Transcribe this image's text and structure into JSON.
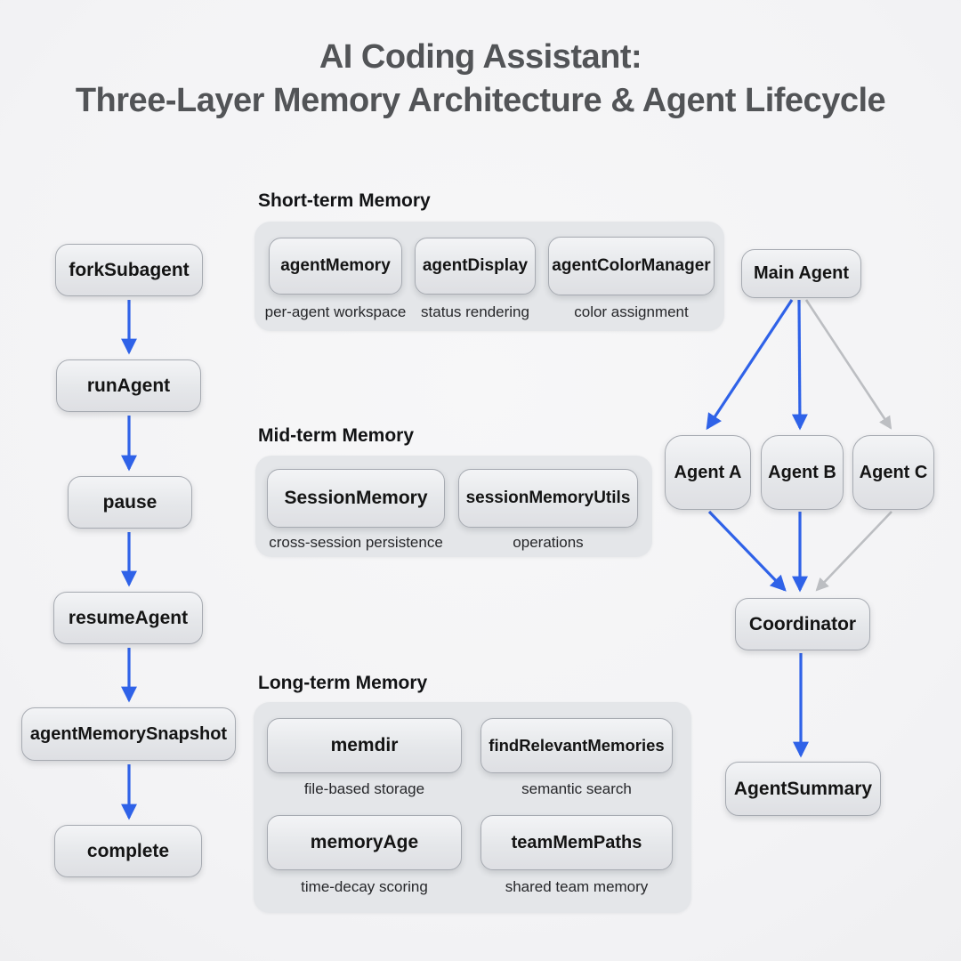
{
  "title": {
    "line1": "AI Coding Assistant:",
    "line2": "Three-Layer Memory Architecture & Agent Lifecycle"
  },
  "lifecycle": {
    "nodes": [
      {
        "label": "forkSubagent"
      },
      {
        "label": "runAgent"
      },
      {
        "label": "pause"
      },
      {
        "label": "resumeAgent"
      },
      {
        "label": "agentMemorySnapshot"
      },
      {
        "label": "complete"
      }
    ],
    "edges": [
      {
        "from": "forkSubagent",
        "to": "runAgent",
        "color": "blue"
      },
      {
        "from": "runAgent",
        "to": "pause",
        "color": "blue"
      },
      {
        "from": "pause",
        "to": "resumeAgent",
        "color": "blue"
      },
      {
        "from": "resumeAgent",
        "to": "agentMemorySnapshot",
        "color": "blue"
      },
      {
        "from": "agentMemorySnapshot",
        "to": "complete",
        "color": "blue"
      }
    ]
  },
  "memory_layers": [
    {
      "title": "Short-term Memory",
      "modules": [
        {
          "name": "agentMemory",
          "caption": "per-agent workspace"
        },
        {
          "name": "agentDisplay",
          "caption": "status rendering"
        },
        {
          "name": "agentColorManager",
          "caption": "color assignment"
        }
      ]
    },
    {
      "title": "Mid-term Memory",
      "modules": [
        {
          "name": "SessionMemory",
          "caption": "cross-session persistence"
        },
        {
          "name": "sessionMemoryUtils",
          "caption": "operations"
        }
      ]
    },
    {
      "title": "Long-term Memory",
      "modules": [
        {
          "name": "memdir",
          "caption": "file-based storage"
        },
        {
          "name": "findRelevantMemories",
          "caption": "semantic search"
        },
        {
          "name": "memoryAge",
          "caption": "time-decay scoring"
        },
        {
          "name": "teamMemPaths",
          "caption": "shared team memory"
        }
      ]
    }
  ],
  "agent_flow": {
    "nodes": [
      {
        "label": "Main Agent"
      },
      {
        "label": "Agent A"
      },
      {
        "label": "Agent B"
      },
      {
        "label": "Agent C"
      },
      {
        "label": "Coordinator"
      },
      {
        "label": "AgentSummary"
      }
    ],
    "edges": [
      {
        "from": "Main Agent",
        "to": "Agent A",
        "color": "blue"
      },
      {
        "from": "Main Agent",
        "to": "Agent B",
        "color": "blue"
      },
      {
        "from": "Main Agent",
        "to": "Agent C",
        "color": "gray"
      },
      {
        "from": "Agent A",
        "to": "Coordinator",
        "color": "blue"
      },
      {
        "from": "Agent B",
        "to": "Coordinator",
        "color": "blue"
      },
      {
        "from": "Agent C",
        "to": "Coordinator",
        "color": "gray"
      },
      {
        "from": "Coordinator",
        "to": "AgentSummary",
        "color": "blue"
      }
    ]
  },
  "colors": {
    "arrow_blue": "#2f62e8",
    "arrow_gray": "#bcbec2",
    "node_fill": "#e7e9ec",
    "container_fill": "#e4e6e9",
    "background": "#f5f5f6",
    "title_text": "#525457"
  }
}
